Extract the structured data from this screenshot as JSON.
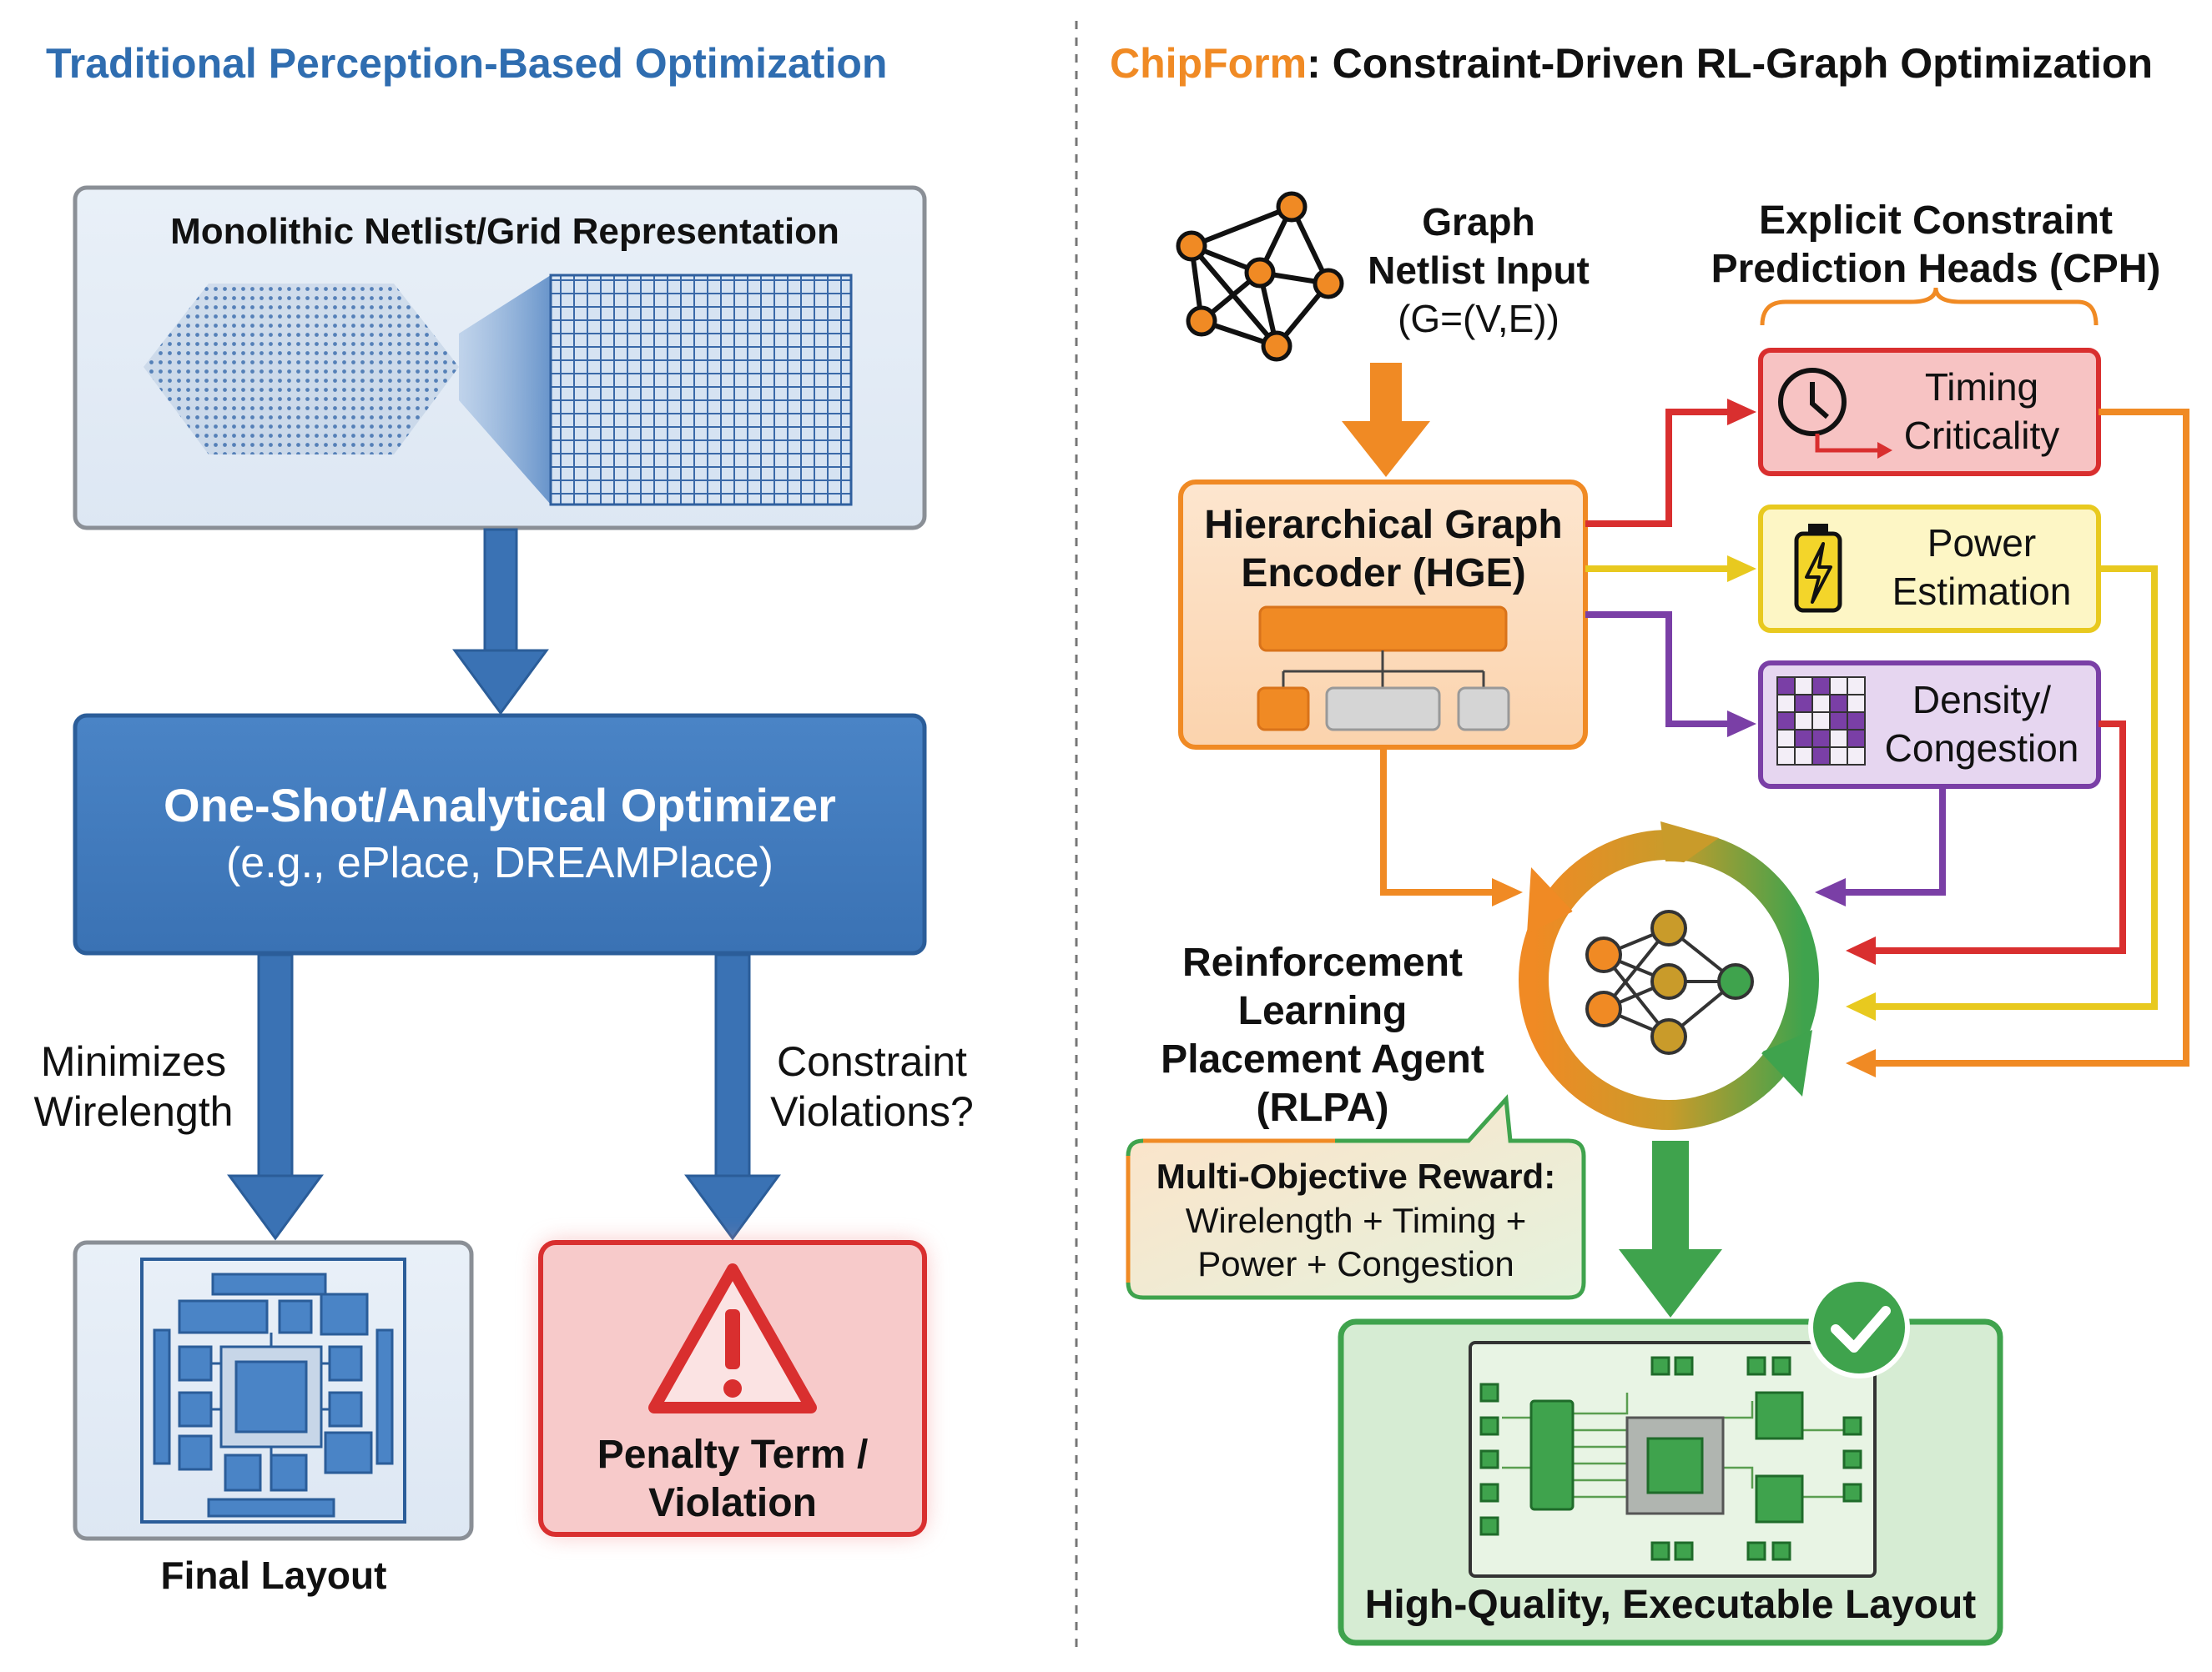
{
  "colors": {
    "blue": "#3a72b4",
    "blue_dark": "#2b5d99",
    "title_blue": "#2f6db0",
    "orange": "#f08a24",
    "red": "#d92f2f",
    "yellow": "#e8c91f",
    "purple": "#7a3fa6",
    "green": "#3fa34d",
    "gray_border": "#8a8f96"
  },
  "left": {
    "title": "Traditional Perception-Based Optimization",
    "netlist_box": {
      "title": "Monolithic Netlist/Grid Representation"
    },
    "optimizer": {
      "title": "One-Shot/Analytical Optimizer",
      "subtitle": "(e.g., ePlace, DREAMPlace)"
    },
    "arrow_left_label": [
      "Minimizes",
      "Wirelength"
    ],
    "arrow_right_label": [
      "Constraint",
      "Violations?"
    ],
    "final_layout_label": "Final Layout",
    "penalty": {
      "line1": "Penalty Term /",
      "line2": "Violation",
      "icon": "warning-icon"
    }
  },
  "right": {
    "title_brand": "ChipForm",
    "title_rest": ": Constraint-Driven RL-Graph Optimization",
    "graph_input": [
      "Graph",
      "Netlist Input",
      "(G=(V,E))"
    ],
    "cph_header": [
      "Explicit Constraint",
      "Prediction Heads (CPH)"
    ],
    "hge": [
      "Hierarchical Graph",
      "Encoder (HGE)"
    ],
    "timing": {
      "lines": [
        "Timing",
        "Criticality"
      ],
      "icon": "clock-icon"
    },
    "power": {
      "lines": [
        "Power",
        "Estimation"
      ],
      "icon": "battery-icon"
    },
    "density": {
      "lines": [
        "Density/",
        "Congestion"
      ],
      "icon": "grid-heatmap-icon"
    },
    "rlpa": [
      "Reinforcement",
      "Learning",
      "Placement Agent",
      "(RLPA)"
    ],
    "reward": [
      "Multi-Objective Reward:",
      "Wirelength + Timing +",
      "Power + Congestion"
    ],
    "output_label": "High-Quality, Executable Layout"
  }
}
